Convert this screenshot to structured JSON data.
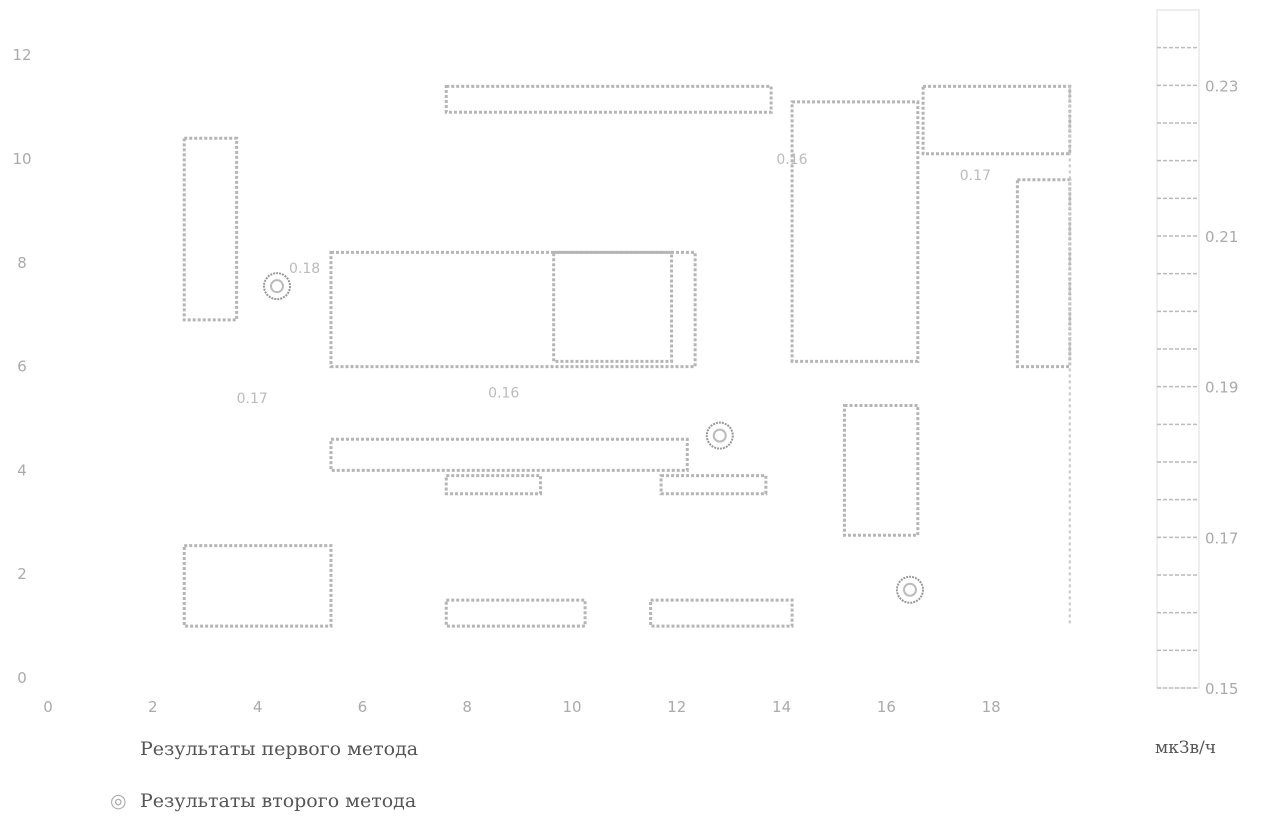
{
  "chart_data": {
    "type": "scatter",
    "title": "",
    "xlabel": "",
    "ylabel": "",
    "xlim": [
      0,
      20
    ],
    "ylim": [
      0,
      12
    ],
    "xticks": [
      "0",
      "2",
      "4",
      "6",
      "8",
      "10",
      "12",
      "14",
      "16",
      "18"
    ],
    "yticks": [
      "0",
      "2",
      "4",
      "6",
      "8",
      "10",
      "12"
    ],
    "plan_rects": [
      [
        2.6,
        6.9,
        3.6,
        10.4
      ],
      [
        7.6,
        10.9,
        13.8,
        11.4
      ],
      [
        5.4,
        6.0,
        12.35,
        8.2
      ],
      [
        9.65,
        6.1,
        11.9,
        8.2
      ],
      [
        14.2,
        6.1,
        16.6,
        11.1
      ],
      [
        16.7,
        10.1,
        19.5,
        11.4
      ],
      [
        18.5,
        6.0,
        19.5,
        9.6
      ],
      [
        5.4,
        4.0,
        12.2,
        4.6
      ],
      [
        15.2,
        2.75,
        16.6,
        5.25
      ],
      [
        2.6,
        1.0,
        5.4,
        2.55
      ],
      [
        7.6,
        1.0,
        10.25,
        1.5
      ],
      [
        11.5,
        1.0,
        14.2,
        1.5
      ],
      [
        7.6,
        3.55,
        9.4,
        3.9
      ],
      [
        11.7,
        3.55,
        13.7,
        3.9
      ]
    ],
    "first_method_labels": [
      {
        "x": 4.6,
        "y": 7.8,
        "text": "0.18"
      },
      {
        "x": 13.9,
        "y": 9.9,
        "text": "0.16"
      },
      {
        "x": 17.4,
        "y": 9.6,
        "text": "0.17"
      },
      {
        "x": 8.4,
        "y": 5.4,
        "text": "0.16"
      },
      {
        "x": 3.6,
        "y": 5.3,
        "text": "0.17"
      }
    ],
    "second_method_points": [
      {
        "x": 4.37,
        "y": 7.55
      },
      {
        "x": 12.82,
        "y": 4.67
      },
      {
        "x": 16.45,
        "y": 1.7
      }
    ],
    "legend": [
      "Результаты первого метода",
      "Результаты второго метода"
    ],
    "colorbar": {
      "ticks": [
        "0.15",
        "0.17",
        "0.19",
        "0.21",
        "0.23"
      ],
      "range": [
        0.15,
        0.24
      ],
      "unit": "мкЗв/ч"
    }
  }
}
